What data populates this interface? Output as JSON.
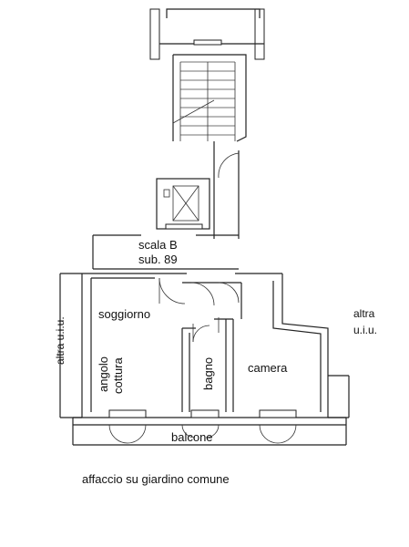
{
  "labels": {
    "stair": "scala B",
    "sub": "sub. 89",
    "soggiorno": "soggiorno",
    "angolo": "angolo",
    "cottura": "cottura",
    "bagno": "bagno",
    "camera": "camera",
    "balcone": "balcone",
    "altra_left": "altra u.i.u.",
    "altra_right_1": "altra",
    "altra_right_2": "u.i.u.",
    "caption": "affaccio su giardino comune"
  }
}
